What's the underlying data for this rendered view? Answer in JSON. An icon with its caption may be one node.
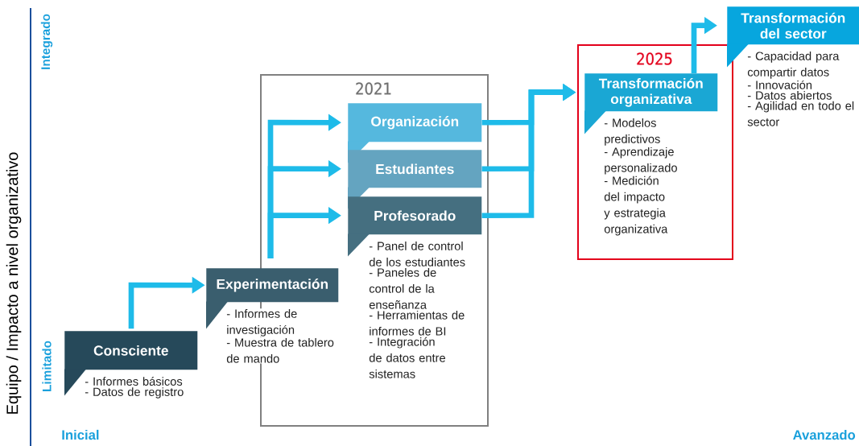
{
  "diagram": {
    "nodes": [
      {
        "text": [
          "Consciente",
          "- Informes básicos",
          "- Datos de registro"
        ]
      },
      {
        "text": [
          "Experimentación",
          "- Informes de investigación",
          "- Muestra de tablero de mando"
        ]
      },
      {
        "text": [
          "2021"
        ]
      },
      {
        "text": [
          "Organización"
        ],
        "in": 2
      },
      {
        "text": [
          "Estudiantes"
        ],
        "in": 2
      },
      {
        "text": [
          "Profesorado",
          "- Panel de control de los estudiantes",
          "- Paneles de control de la enseñanza",
          "- Herramientas de informes de BI",
          "- Integración de datos entre sistemas"
        ],
        "in": 2
      },
      {
        "text": [
          "2025"
        ]
      },
      {
        "text": [
          "Transformación organizativa",
          "- Modelos predictivos",
          "- Aprendizaje personalizado",
          "- Medición del impacto y estrategia organizativa"
        ],
        "in": 6
      },
      {
        "text": [
          "Transformación del sector",
          "- Capacidad para compartir datos",
          "- Innovación",
          "- Datos abiertos",
          "- Agilidad en todo el sector"
        ]
      }
    ],
    "edges": [
      {
        "from": 0,
        "to": 1,
        "arrow": "to"
      },
      {
        "from": 1,
        "to": 3,
        "arrow": "to"
      },
      {
        "from": 1,
        "to": 4,
        "arrow": "to"
      },
      {
        "from": 1,
        "to": 5,
        "arrow": "to"
      },
      {
        "from": 3,
        "to": 7,
        "arrow": "to"
      },
      {
        "from": 4,
        "to": 7,
        "arrow": "to"
      },
      {
        "from": 5,
        "to": 7,
        "arrow": "to"
      },
      {
        "from": 7,
        "to": 8,
        "arrow": "to"
      }
    ],
    "labels": [
      "Integrado",
      "Equipo / Impacto a nivel organizativo",
      "Limitado",
      "Inicial",
      "Avanzado"
    ]
  }
}
